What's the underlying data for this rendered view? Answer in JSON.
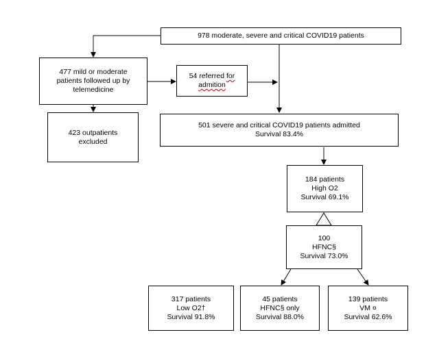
{
  "boxes": {
    "total": {
      "line1": "978 moderate, severe and critical COVID19 patients"
    },
    "telemedicine": {
      "line1": "477 mild or moderate",
      "line2": "patients followed up by",
      "line3": "telemedicine"
    },
    "referred": {
      "line1_pre": "54 referred ",
      "line1_underlined": "for",
      "line2_underlined": "admition"
    },
    "outpatients": {
      "line1": "423 outpatients",
      "line2": "excluded"
    },
    "admitted": {
      "line1": "501 severe and critical COVID19 patients admitted",
      "line2": "Survival 83.4%"
    },
    "high_o2": {
      "line1": "184 patients",
      "line2": "High O2",
      "line3": "Survival 69.1%"
    },
    "hfnc": {
      "line1": "100",
      "line2": "HFNC§",
      "line3": "Survival 73.0%"
    },
    "low_o2": {
      "line1": "317 patients",
      "line2": "Low O2†",
      "line3": "Survival 91.8%"
    },
    "hfnc_only": {
      "line1": "45 patients",
      "line2": "HFNC§ only",
      "line3": "Survival 88.0%"
    },
    "vm": {
      "line1": "139 patients",
      "line2": "VM ¤",
      "line3": "Survival 62.6%"
    }
  },
  "colors": {
    "line": "#000000",
    "spellcheck_underline": "#c00000"
  }
}
